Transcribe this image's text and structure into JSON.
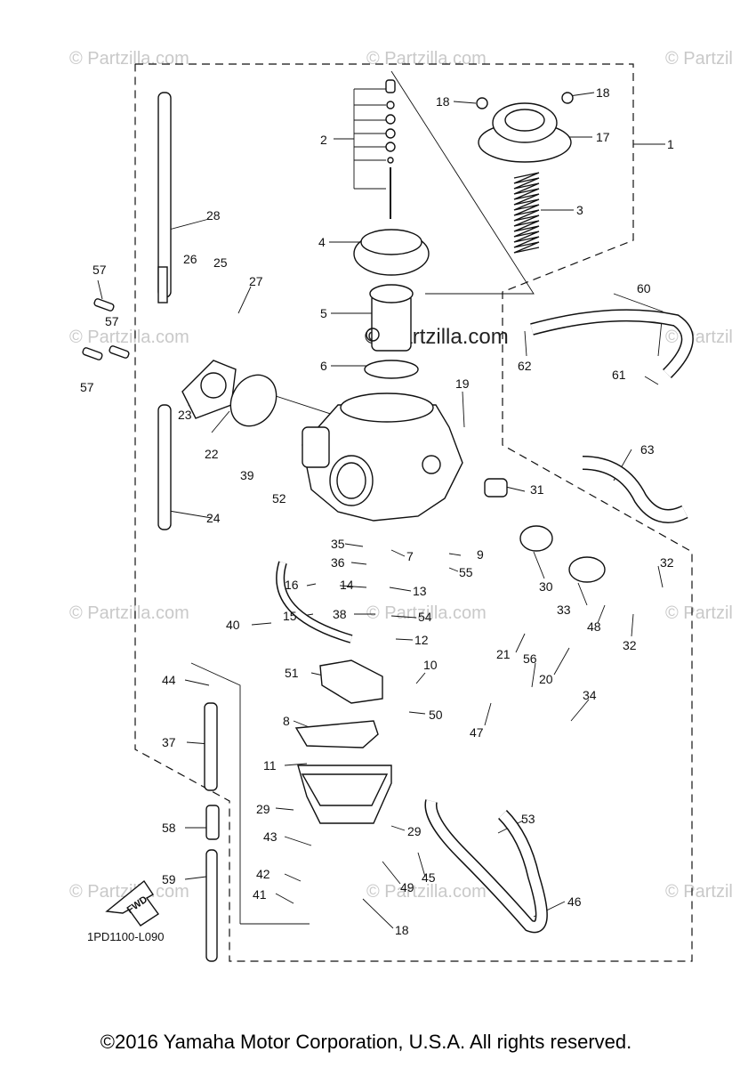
{
  "watermark": {
    "text": "© Partzilla.com",
    "center_text": "© Partzilla.com",
    "color": "#c9c9c9"
  },
  "diagram_code": "1PD1100-L090",
  "fwd_label": "FWD",
  "copyright": "©2016  Yamaha Motor Corporation, U.S.A. All rights reserved.",
  "callouts": [
    "1",
    "2",
    "3",
    "4",
    "5",
    "6",
    "7",
    "8",
    "9",
    "10",
    "11",
    "12",
    "13",
    "14",
    "15",
    "16",
    "17",
    "18",
    "18",
    "18",
    "19",
    "20",
    "21",
    "22",
    "23",
    "24",
    "25",
    "26",
    "27",
    "28",
    "29",
    "29",
    "30",
    "31",
    "32",
    "32",
    "33",
    "34",
    "35",
    "36",
    "37",
    "38",
    "39",
    "40",
    "41",
    "42",
    "43",
    "44",
    "45",
    "46",
    "47",
    "48",
    "49",
    "50",
    "51",
    "52",
    "53",
    "54",
    "55",
    "56",
    "57",
    "57",
    "57",
    "58",
    "59",
    "60",
    "61",
    "62",
    "63"
  ]
}
